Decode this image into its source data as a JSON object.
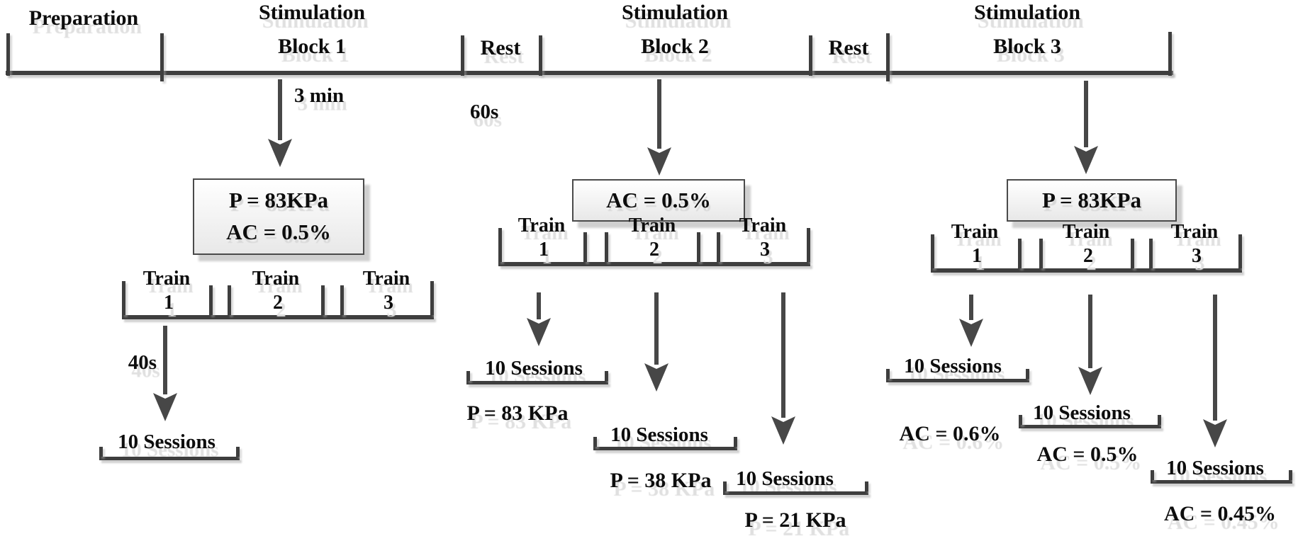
{
  "figure": {
    "type": "experimental-protocol-timeline-diagram",
    "timeline": {
      "segments": [
        {
          "line1": "Preparation",
          "line2": ""
        },
        {
          "line1": "Stimulation",
          "line2": "Block 1"
        },
        {
          "line1": "Rest",
          "line2": ""
        },
        {
          "line1": "Stimulation",
          "line2": "Block 2"
        },
        {
          "line1": "Rest",
          "line2": ""
        },
        {
          "line1": "Stimulation",
          "line2": "Block 3"
        }
      ]
    },
    "durations": {
      "stim_block_onset": "3 min",
      "rest": "60s",
      "train_interval": "40s"
    },
    "blocks": [
      {
        "name": "Stimulation Block 1",
        "box_line1": "P = 83KPa",
        "box_line2": "AC = 0.5%",
        "trains": [
          {
            "word": "Train",
            "num": "1"
          },
          {
            "word": "Train",
            "num": "2"
          },
          {
            "word": "Train",
            "num": "3"
          }
        ],
        "sessions": [
          {
            "label": "10 Sessions",
            "param": ""
          }
        ]
      },
      {
        "name": "Stimulation Block 2",
        "box_line1": "AC = 0.5%",
        "box_line2": "",
        "trains": [
          {
            "word": "Train",
            "num": "1"
          },
          {
            "word": "Train",
            "num": "2"
          },
          {
            "word": "Train",
            "num": "3"
          }
        ],
        "sessions": [
          {
            "label": "10 Sessions",
            "param": "P = 83 KPa"
          },
          {
            "label": "10 Sessions",
            "param": "P = 38 KPa"
          },
          {
            "label": "10 Sessions",
            "param": "P = 21 KPa"
          }
        ]
      },
      {
        "name": "Stimulation Block 3",
        "box_line1": "P = 83KPa",
        "box_line2": "",
        "trains": [
          {
            "word": "Train",
            "num": "1"
          },
          {
            "word": "Train",
            "num": "2"
          },
          {
            "word": "Train",
            "num": "3"
          }
        ],
        "sessions": [
          {
            "label": "10 Sessions",
            "param": "AC = 0.6%"
          },
          {
            "label": "10 Sessions",
            "param": "AC = 0.5%"
          },
          {
            "label": "10 Sessions",
            "param": "AC = 0.45%"
          }
        ]
      }
    ],
    "colors": {
      "line": "#3e3e3e",
      "arrow": "#474747",
      "text": "#0d0d0d",
      "box_border": "#4a4a4a",
      "box_fill_top": "#ffffff",
      "box_fill_bottom": "#e8e8e8",
      "shadow": "#e0e0e0"
    }
  }
}
